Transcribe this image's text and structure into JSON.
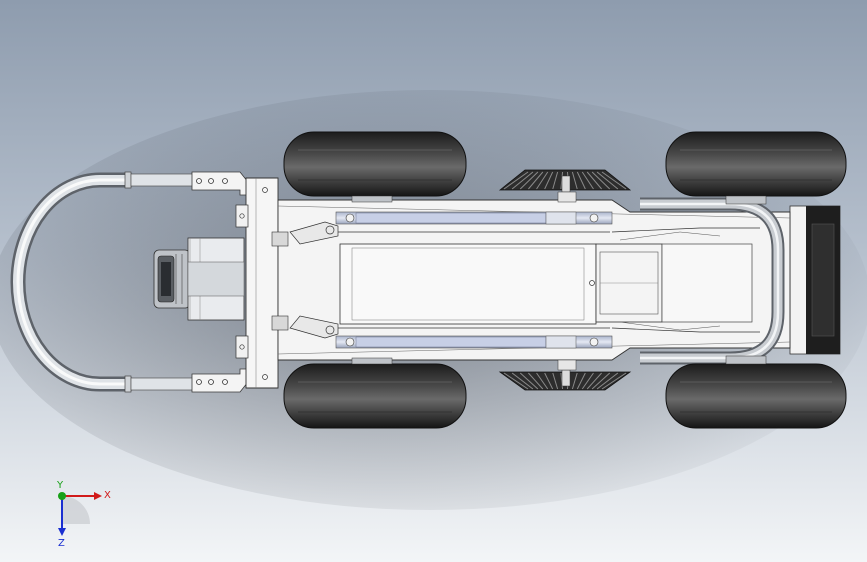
{
  "viewport": {
    "background_top": "#8e9cae",
    "background_bottom": "#f3f5f7"
  },
  "model": {
    "body_color": "#f4f4f4",
    "outline_color": "#3a3a3a",
    "wheel_color": "#2c2c2c",
    "rail_color": "#c9d2e6"
  },
  "triad": {
    "x_label": "X",
    "y_label": "Y",
    "z_label": "Z",
    "x_color": "#d11a1a",
    "y_color": "#18a018",
    "z_color": "#1a2fd1"
  }
}
